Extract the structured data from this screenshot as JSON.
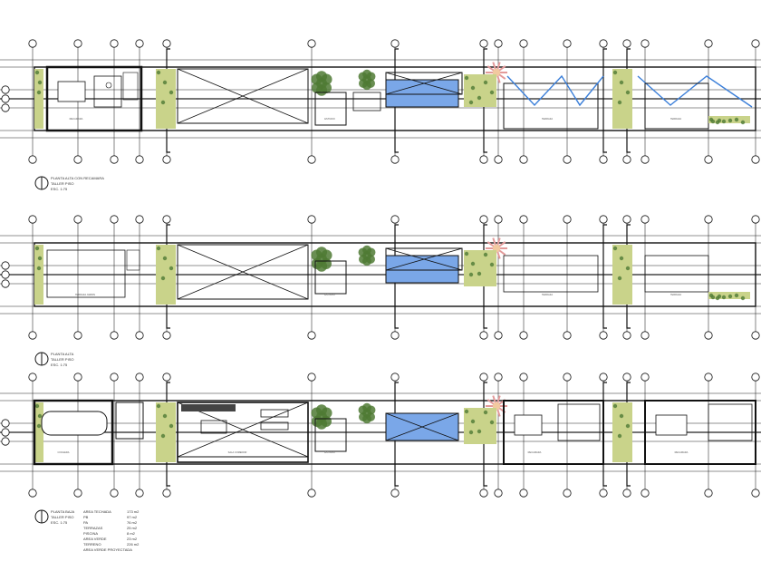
{
  "drawing": {
    "sheet_title": "",
    "plans": [
      {
        "id": "upper",
        "title_lines": [
          "PLANTA ALTA CON RECAMARA",
          "TALLER PISO",
          "ESC. 1:75"
        ],
        "room_labels": [
          "RECAMARA",
          "ESTUDIO",
          "TERRAZA",
          "TERRAZA"
        ]
      },
      {
        "id": "roof",
        "title_lines": [
          "PLANTA ALTA",
          "TALLER PISO",
          "ESC. 1:75"
        ],
        "room_labels": [
          "TERRAZA JARDIN",
          "ESTUDIO",
          "TERRAZA",
          "TERRAZA"
        ]
      },
      {
        "id": "ground",
        "title_lines": [
          "PLANTA BAJA",
          "TALLER PISO",
          "ESC. 1:75"
        ],
        "room_labels": [
          "COCHERA",
          "SALA COMEDOR",
          "ESTUDIO",
          "RECAMARA",
          "RECAMARA"
        ]
      }
    ],
    "area_table": [
      {
        "label": "AREA TECHADA",
        "value": "173 m2"
      },
      {
        "label": "PB",
        "value": "97 m2"
      },
      {
        "label": "PA",
        "value": "76 m2"
      },
      {
        "label": "TERRAZAS",
        "value": "25 m2"
      },
      {
        "label": "PISCINA",
        "value": "8 m2"
      },
      {
        "label": "AREA VERDE",
        "value": "23 m2"
      },
      {
        "label": "TERRENO",
        "value": "226 m2"
      },
      {
        "label": "AREA VERDE PROYECTADA",
        "value": ""
      }
    ],
    "colors": {
      "line": "#111111",
      "pool": "#7aa7e8",
      "garden": "#c9d38a",
      "tree": "#4f7a34",
      "flower": "#e39a9a",
      "stair_blue": "#3b7fd9"
    }
  }
}
